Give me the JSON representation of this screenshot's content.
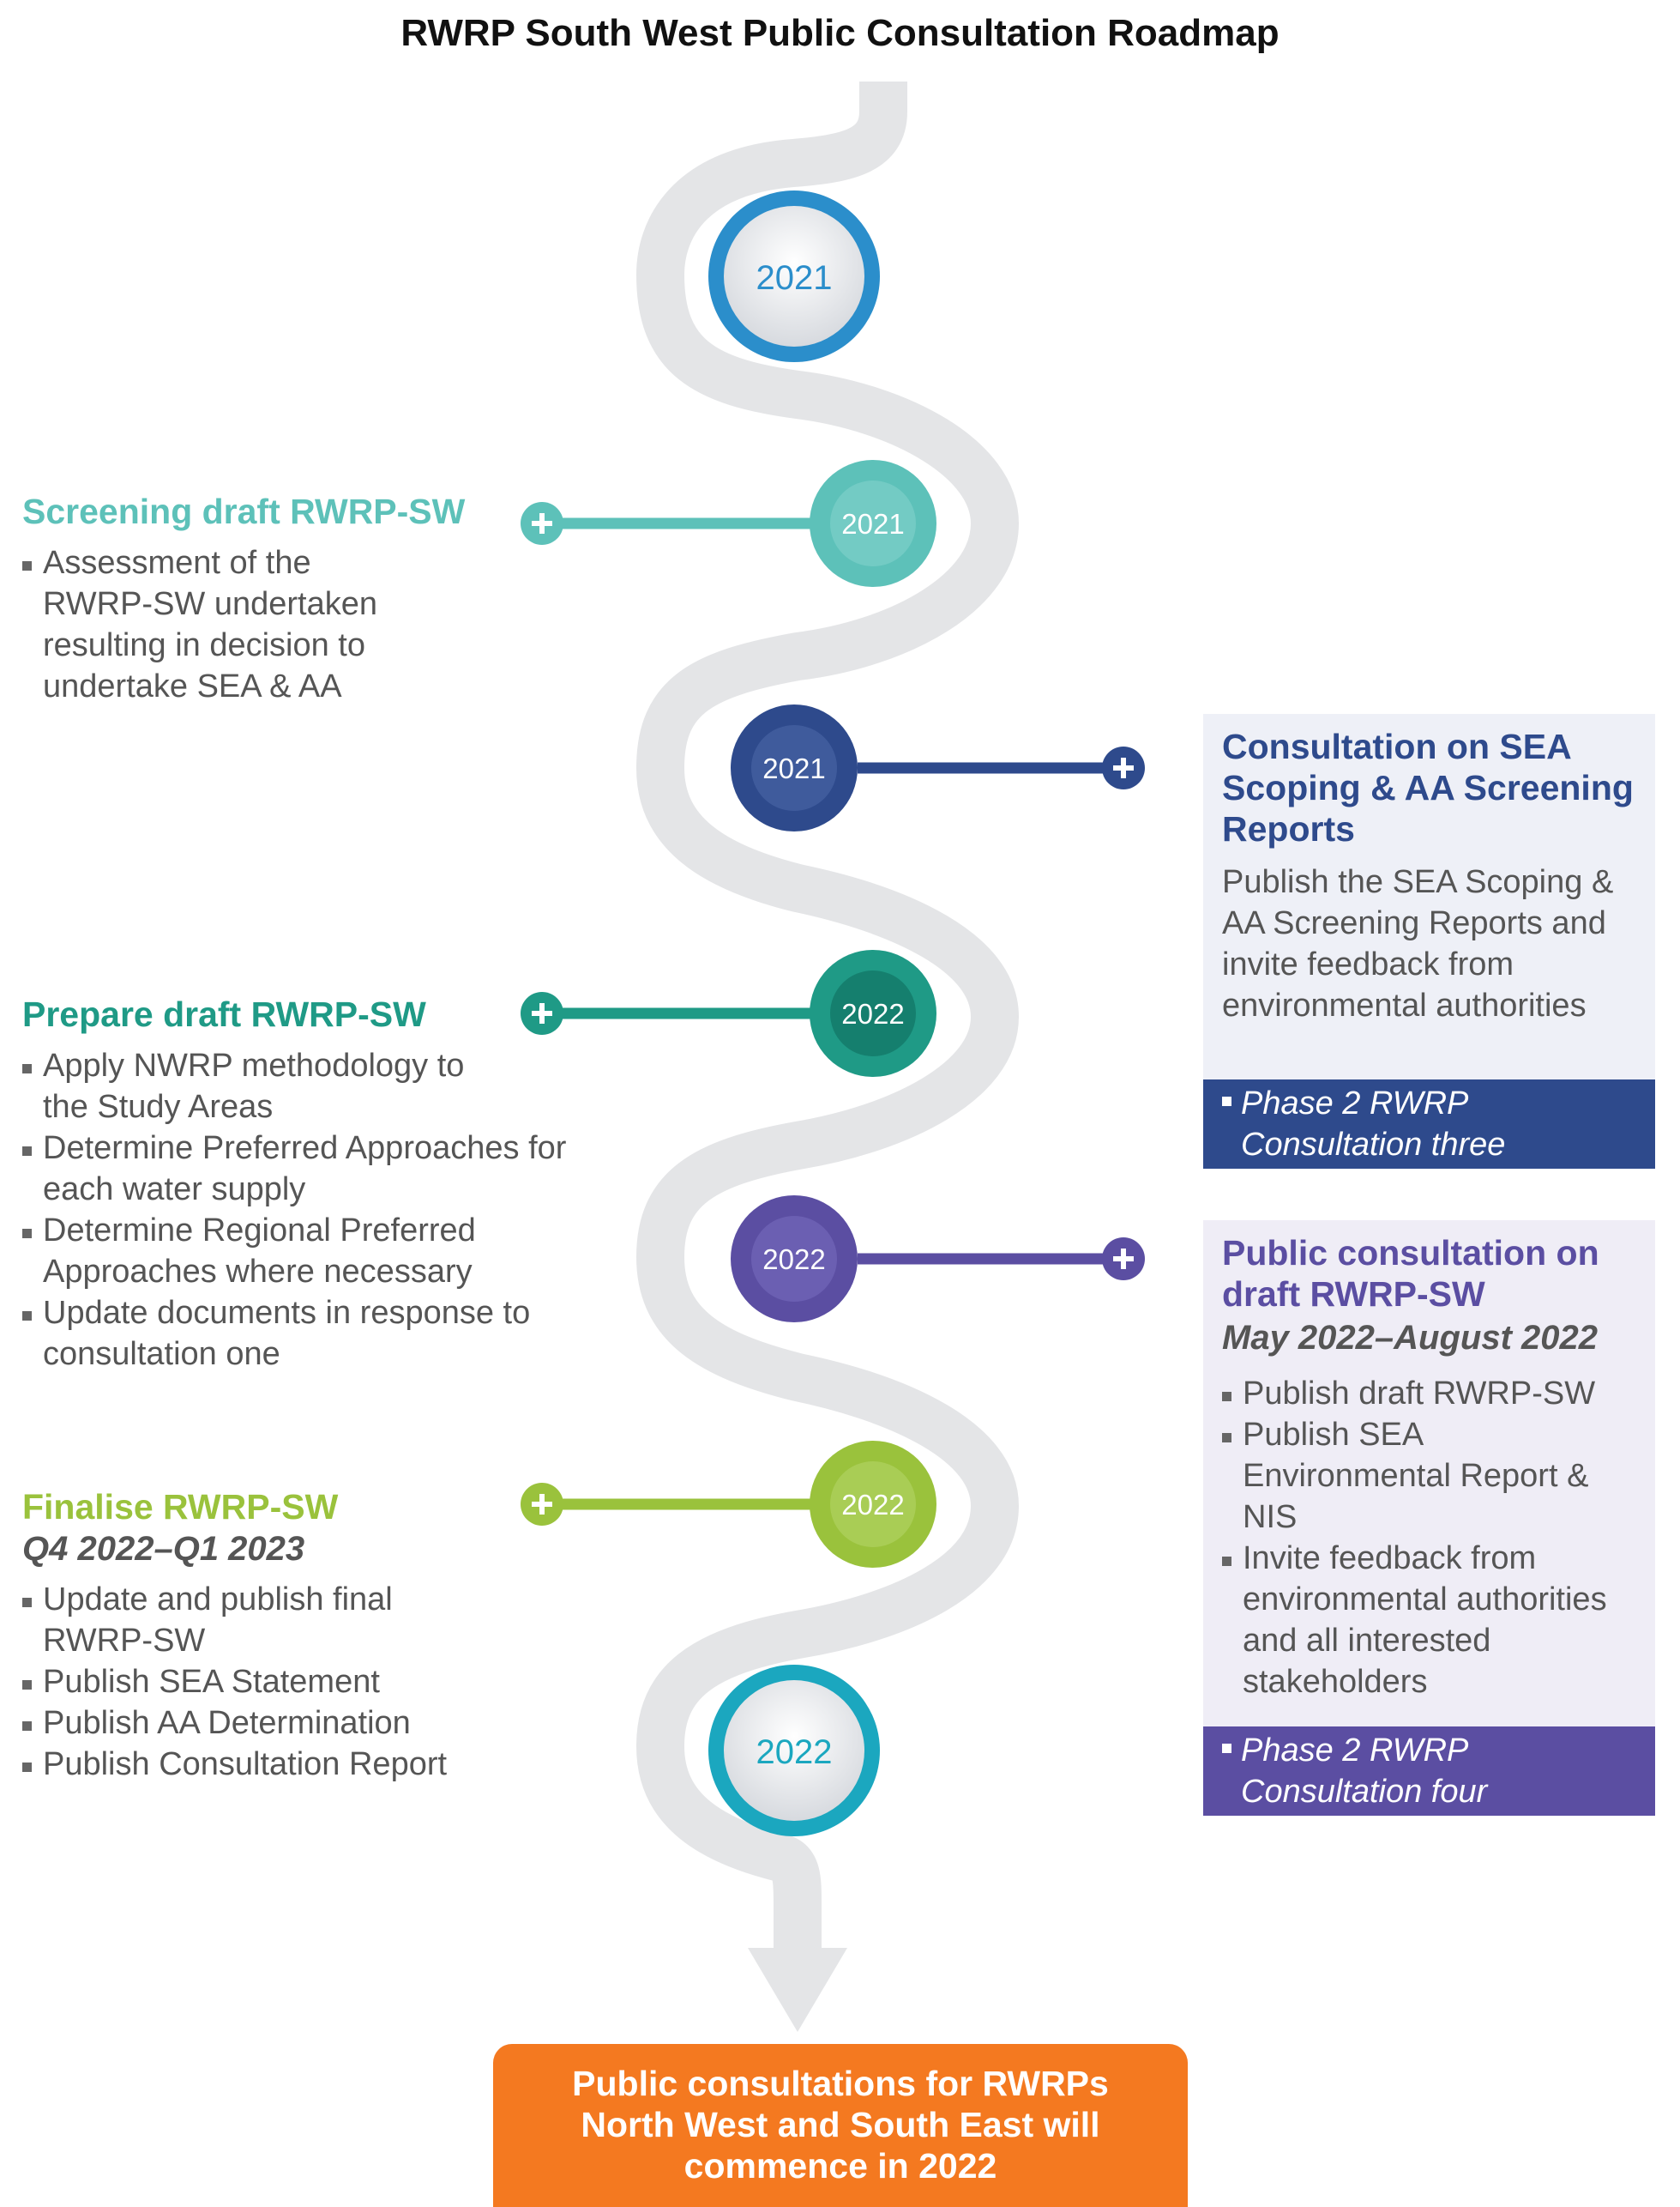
{
  "title": "RWRP South West Public Consultation Roadmap",
  "milestones": {
    "m1": {
      "year": "2021",
      "color": "#2b8ecb"
    },
    "m2": {
      "year": "2021",
      "color": "#5dc1b9"
    },
    "m3": {
      "year": "2021",
      "color": "#2e4a8c"
    },
    "m4": {
      "year": "2022",
      "color": "#1f9a86"
    },
    "m5": {
      "year": "2022",
      "color": "#5b4ea2"
    },
    "m6": {
      "year": "2022",
      "color": "#9ac23c"
    },
    "m7": {
      "year": "2022",
      "color": "#1ba7bf"
    }
  },
  "screening": {
    "heading": "Screening draft RWRP-SW",
    "bullets": [
      "Assessment of the RWRP-SW undertaken resulting in decision to undertake SEA & AA"
    ]
  },
  "prepare": {
    "heading": "Prepare draft RWRP-SW",
    "bullets": [
      "Apply NWRP methodology to the Study Areas",
      "Determine Preferred Approaches for each water supply",
      "Determine Regional Preferred Approaches where necessary",
      "Update documents in response to consultation one"
    ]
  },
  "finalise": {
    "heading": "Finalise RWRP-SW",
    "subheading": "Q4 2022–Q1 2023",
    "bullets": [
      "Update and publish final RWRP-SW",
      "Publish SEA Statement",
      "Publish AA Determination",
      "Publish Consultation Report"
    ]
  },
  "sea_consult": {
    "heading": "Consultation on SEA Scoping & AA Screening Reports",
    "body": "Publish the SEA Scoping & AA Screening Reports and invite feedback from environmental authorities",
    "phase": "Phase 2 RWRP Consultation three"
  },
  "public_consult": {
    "heading": "Public consultation on draft RWRP-SW",
    "subheading": "May 2022–August 2022",
    "bullets": [
      "Publish draft RWRP-SW",
      "Publish SEA Environmental Report & NIS",
      "Invite feedback from environmental authorities and all interested stakeholders"
    ],
    "phase": "Phase 2 RWRP Consultation four"
  },
  "final_box": {
    "text": "Public consultations for RWRPs North West and South East will commence in 2022"
  },
  "colors": {
    "road": "#e4e5e7",
    "teal_light": "#5dc1b9",
    "navy": "#2e4a8c",
    "teal_dark": "#1f9a86",
    "purple": "#5b4ea2",
    "green": "#9ac23c",
    "orange": "#f47920",
    "panel_blue": "#eef0f7",
    "panel_purple": "#efedf6"
  }
}
